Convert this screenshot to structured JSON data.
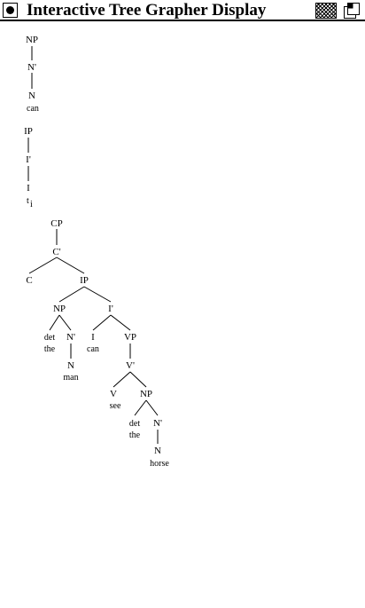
{
  "window": {
    "title": "Interactive Tree Grapher Display"
  },
  "icons": {
    "close": "close-box-icon",
    "zoom": "zoom-box-icon",
    "collapse": "collapse-box-icon"
  },
  "trees": [
    {
      "id": "tree-np-can",
      "nodes": [
        "NP",
        "N'",
        "N",
        "can"
      ]
    },
    {
      "id": "tree-ip-trace",
      "nodes": [
        "IP",
        "I'",
        "I",
        "t",
        "i"
      ]
    },
    {
      "id": "tree-cp",
      "nodes": [
        "CP",
        "C'",
        "C",
        "IP",
        "NP",
        "det",
        "the",
        "N'",
        "N",
        "man",
        "I'",
        "I",
        "can",
        "VP",
        "V'",
        "V",
        "see",
        "NP",
        "det",
        "the",
        "N'",
        "N",
        "horse"
      ]
    }
  ]
}
